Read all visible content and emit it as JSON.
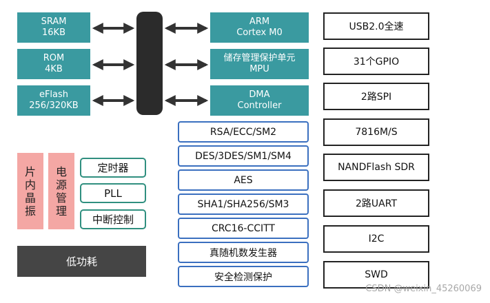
{
  "left_memory": [
    {
      "label": "SRAM\n16KB"
    },
    {
      "label": "ROM\n4KB"
    },
    {
      "label": "eFlash\n256/320KB"
    }
  ],
  "right_core": [
    {
      "label": "ARM\nCortex M0"
    },
    {
      "label": "储存管理保护单元\nMPU"
    },
    {
      "label": "DMA\nController"
    }
  ],
  "security_blocks": [
    "RSA/ECC/SM2",
    "DES/3DES/SM1/SM4",
    "AES",
    "SHA1/SHA256/SM3",
    "CRC16-CCITT",
    "真随机数发生器",
    "安全检测保护"
  ],
  "peripherals": [
    "USB2.0全速",
    "31个GPIO",
    "2路SPI",
    "7816M/S",
    "NANDFlash SDR",
    "2路UART",
    "I2C",
    "SWD"
  ],
  "pink_blocks": [
    "片内晶振",
    "电源管理"
  ],
  "green_blocks": [
    "定时器",
    "PLL",
    "中断控制"
  ],
  "low_power": "低功耗",
  "watermark": "CSDN @weixin_45260069",
  "colors": {
    "teal": "#3a9aa0",
    "bus": "#2b2b2b",
    "blue_border": "#3a6fbf",
    "pink": "#f4a7a4",
    "green_border": "#2f8f7f",
    "low_power_bg": "#454545"
  },
  "icons": [
    "double-arrow-icon"
  ]
}
